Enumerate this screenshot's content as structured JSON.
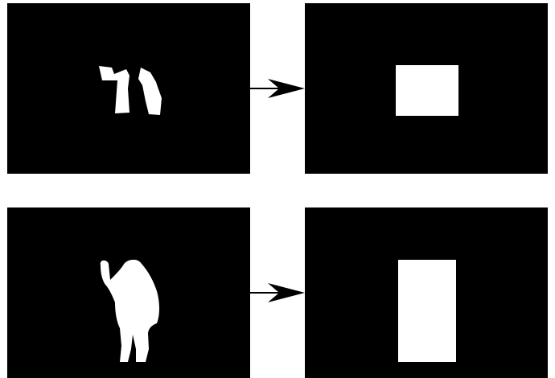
{
  "colors": {
    "background": "#ffffff",
    "panel": "#000000",
    "foreground": "#ffffff",
    "arrow": "#000000"
  },
  "rows": [
    {
      "input": {
        "kind": "segmentation-mask",
        "shape": "partial-garment-silhouette"
      },
      "output": {
        "kind": "bounding-box-mask",
        "shape": "wide-rectangle"
      }
    },
    {
      "input": {
        "kind": "segmentation-mask",
        "shape": "person-silhouette"
      },
      "output": {
        "kind": "bounding-box-mask",
        "shape": "tall-rectangle"
      }
    }
  ],
  "connector_icon": "right-arrow-icon"
}
